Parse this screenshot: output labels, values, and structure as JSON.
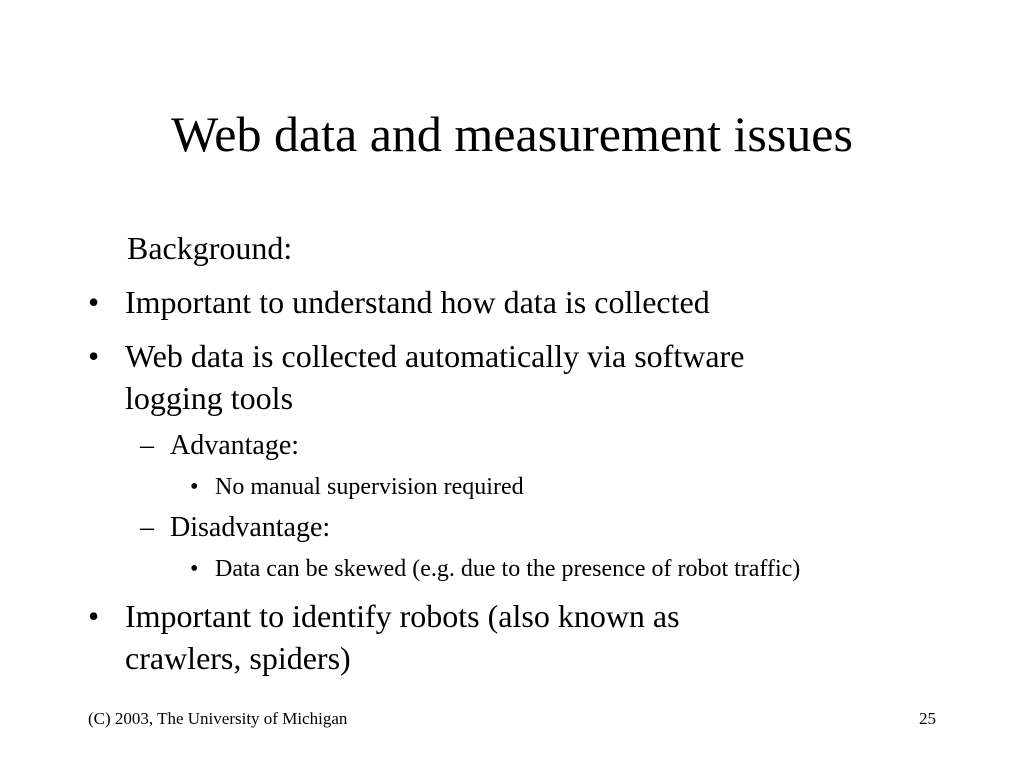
{
  "slide": {
    "title": "Web data and measurement issues",
    "intro": "Background:",
    "bullets": [
      {
        "marker": "•",
        "lines": [
          "Important to understand how data is collected"
        ]
      },
      {
        "marker": "•",
        "lines": [
          "Web data is collected automatically via software",
          "logging tools"
        ],
        "sub": [
          {
            "marker": "–",
            "text": "Advantage:",
            "sub": [
              {
                "marker": "•",
                "text": "No manual supervision required"
              }
            ]
          },
          {
            "marker": "–",
            "text": "Disadvantage:",
            "sub": [
              {
                "marker": "•",
                "text": "Data can be skewed (e.g. due to the presence of robot traffic)"
              }
            ]
          }
        ]
      },
      {
        "marker": "•",
        "lines": [
          "Important to identify robots (also known as",
          "crawlers, spiders)"
        ]
      }
    ]
  },
  "footer": {
    "copyright": "(C) 2003, The University of Michigan",
    "page_number": "25"
  }
}
